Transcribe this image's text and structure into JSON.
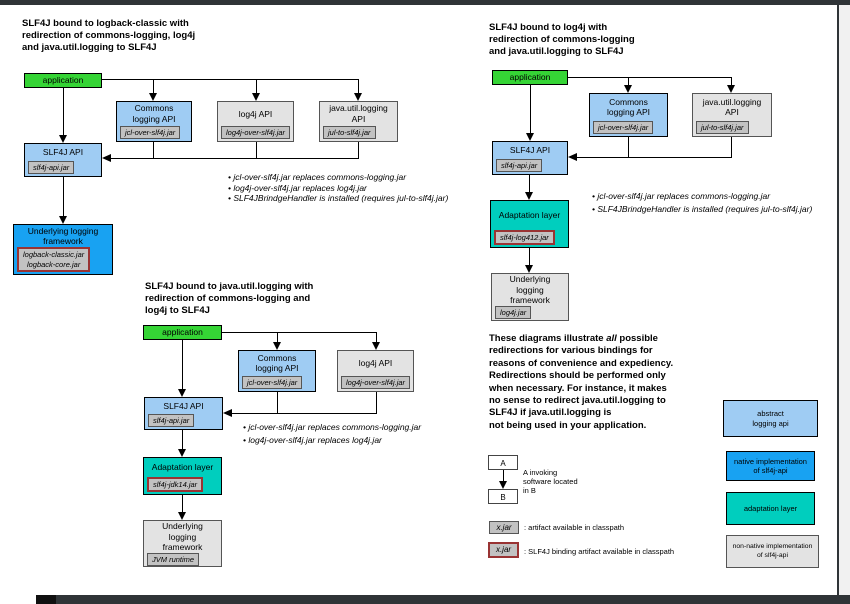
{
  "colors": {
    "green": "#35d435",
    "light_blue": "#9fccf3",
    "blue": "#18a2f2",
    "teal": "#00cebe",
    "light_gray": "#e3e3e3",
    "tab_gray": "#c2c2c2",
    "binding_border": "#993333",
    "frame": "#2f3437"
  },
  "d1": {
    "title": "SLF4J bound to logback-classic with\nredirection of commons-logging, log4j\nand java.util.logging to SLF4J",
    "app": "application",
    "commons": {
      "label": "Commons\nlogging API",
      "jar": "jcl-over-slf4j.jar"
    },
    "log4j": {
      "label": "log4j API",
      "jar": "log4j-over-slf4j.jar"
    },
    "jul": {
      "label": "java.util.logging\nAPI",
      "jar": "jul-to-slf4j.jar"
    },
    "slf4j": {
      "label": "SLF4J API",
      "jar": "slf4j-api.jar"
    },
    "underlying": {
      "label": "Underlying logging\nframework",
      "jar": "logback-classic.jar\nlogback-core.jar"
    },
    "bullets": [
      "• jcl-over-slf4j.jar replaces commons-logging.jar",
      "• log4j-over-slf4j.jar replaces log4j.jar",
      "• SLF4JBrindgeHandler is installed (requires jul-to-slf4j.jar)"
    ]
  },
  "d2": {
    "title": "SLF4J bound to log4j with\nredirection of commons-logging\nand java.util.logging to SLF4J",
    "app": "application",
    "commons": {
      "label": "Commons\nlogging API",
      "jar": "jcl-over-slf4j.jar"
    },
    "jul": {
      "label": "java.util.logging\nAPI",
      "jar": "jul-to-slf4j.jar"
    },
    "slf4j": {
      "label": "SLF4J API",
      "jar": "slf4j-api.jar"
    },
    "adaptation": {
      "label": "Adaptation layer",
      "jar": "slf4j-log412.jar"
    },
    "underlying": {
      "label": "Underlying\nlogging\nframework",
      "jar": "log4j.jar"
    },
    "bullets": [
      "• jcl-over-slf4j.jar replaces commons-logging.jar",
      "• SLF4JBrindgeHandler is installed (requires jul-to-slf4j.jar)"
    ]
  },
  "d3": {
    "title": "SLF4J bound to java.util.logging with\nredirection of commons-logging and\nlog4j to SLF4J",
    "app": "application",
    "commons": {
      "label": "Commons\nlogging API",
      "jar": "jcl-over-slf4j.jar"
    },
    "log4j": {
      "label": "log4j API",
      "jar": "log4j-over-slf4j.jar"
    },
    "slf4j": {
      "label": "SLF4J API",
      "jar": "slf4j-api.jar"
    },
    "adaptation": {
      "label": "Adaptation layer",
      "jar": "slf4j-jdk14.jar"
    },
    "underlying": {
      "label": "Underlying\nlogging\nframework",
      "jar": "JVM runtime"
    },
    "bullets": [
      "• jcl-over-slf4j.jar replaces commons-logging.jar",
      "• log4j-over-slf4j.jar replaces log4j.jar"
    ]
  },
  "note": {
    "prefix": "These diagrams illustrate ",
    "emphasis": "all",
    "suffix": " possible\nredirections for various bindings for\nreasons of convenience and expediency.\nRedirections should be performed only\nwhen necessary. For instance, it makes\nno sense to redirect java.util.logging to\nSLF4J if java.util.logging is\nnot being used in your application."
  },
  "legend": {
    "a": "A",
    "b": "B",
    "ab_caption": "A invoking\nsoftware located\nin B",
    "jar_label": "x.jar",
    "jar_caption": ": artifact available in classpath",
    "binding_jar_label": "x.jar",
    "binding_jar_caption": ": SLF4J binding artifact available in classpath",
    "color_boxes": [
      {
        "label": "abstract\nlogging api"
      },
      {
        "label": "native implementation\nof slf4j-api"
      },
      {
        "label": "adaptation layer"
      },
      {
        "label": "non-native implementation\nof slf4j-api"
      }
    ]
  }
}
